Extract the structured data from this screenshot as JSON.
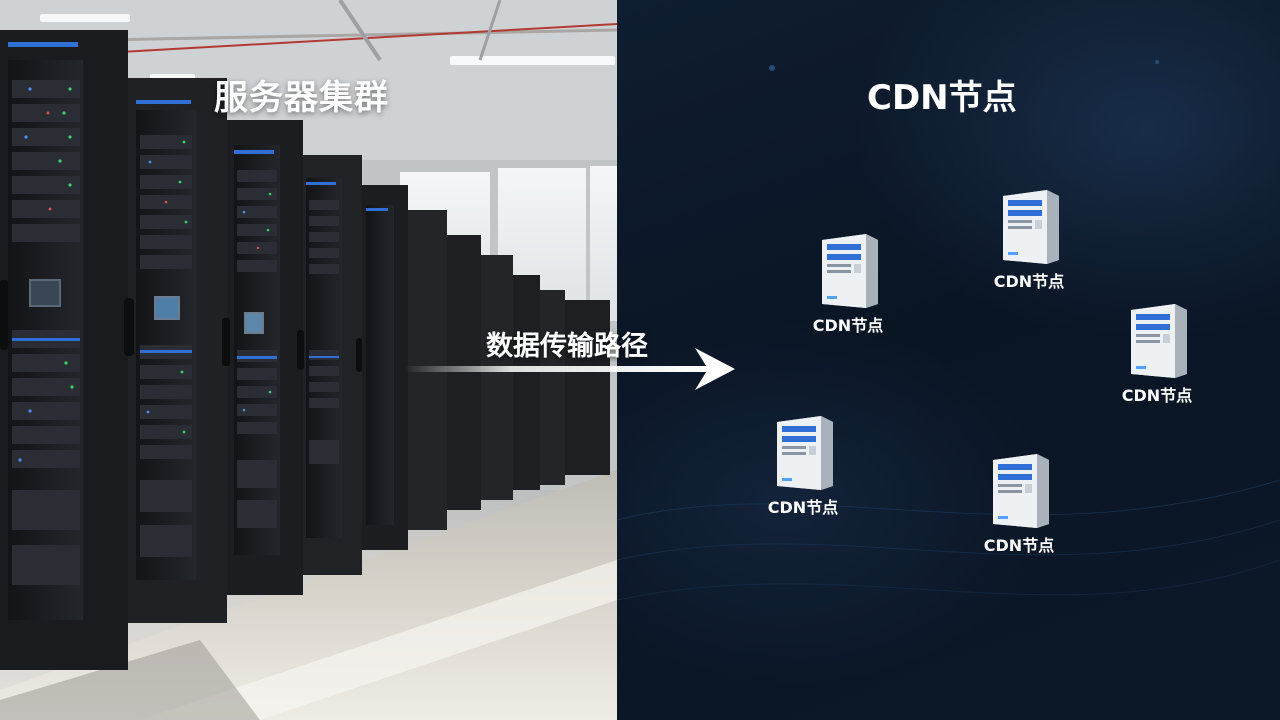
{
  "server_cluster": {
    "title": "服务器集群"
  },
  "transfer": {
    "label": "数据传输路径"
  },
  "cdn": {
    "title": "CDN节点",
    "nodes": [
      {
        "label": "CDN节点"
      },
      {
        "label": "CDN节点"
      },
      {
        "label": "CDN节点"
      },
      {
        "label": "CDN节点"
      },
      {
        "label": "CDN节点"
      }
    ]
  },
  "colors": {
    "panel_dark": "#0b1626",
    "server_accent": "#2f6fd6",
    "rack_body": "#1b1d21",
    "arrow": "#ffffff"
  }
}
